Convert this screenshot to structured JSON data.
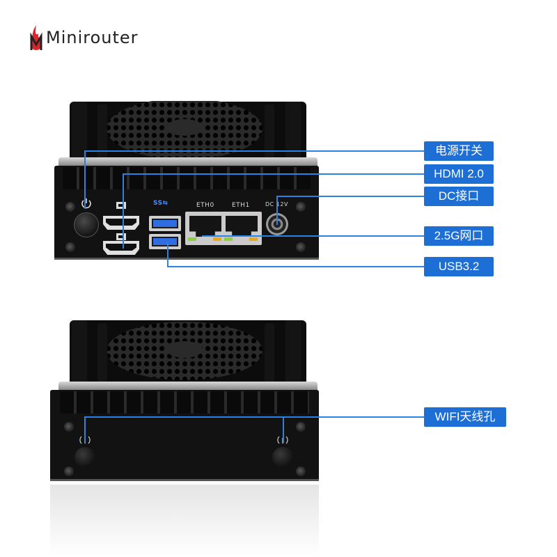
{
  "brand": {
    "logo_text": "Minirouter",
    "accent": "#d9262c"
  },
  "callouts": {
    "power": "电源开关",
    "hdmi": "HDMI 2.0",
    "dc": "DC接口",
    "lan": "2.5G网口",
    "usb": "USB3.2",
    "wifi": "WIFI天线孔"
  },
  "ports": {
    "eth0": "ETH0",
    "eth1": "ETH1",
    "dc_label": "DC 12V",
    "usb_logo": "SS⇆"
  },
  "colors": {
    "callout_bg": "#1d6fd6",
    "callout_line": "#2a82e4",
    "usb_port": "#2f6de0",
    "device_body": "#0c0c0c"
  },
  "icons": [
    "power-icon",
    "hdmi-icon",
    "usb-ss-icon",
    "wifi-antenna-icon"
  ]
}
